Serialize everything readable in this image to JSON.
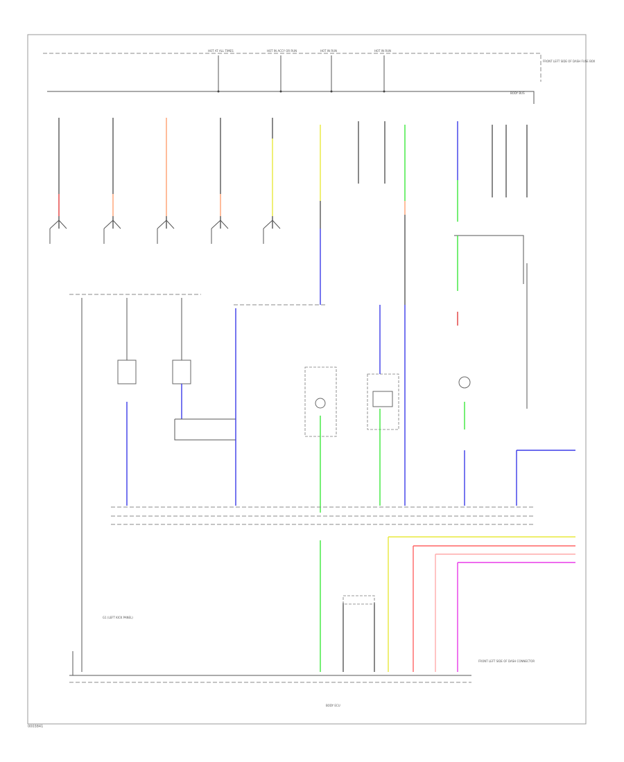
{
  "diagram": {
    "labels": {
      "top_fuse_1": "HOT AT ALL TIMES",
      "top_fuse_2": "HOT IN ACCY OR RUN",
      "top_fuse_3": "HOT IN RUN",
      "top_fuse_4": "HOT IN RUN",
      "top_right_panel": "FRONT LEFT SIDE OF DASH FUSE BOX",
      "bus_top": "BODY BUS",
      "left_ground": "G1 (LEFT KICK PANEL)",
      "right_panel": "FRONT LEFT SIDE OF DASH CONNECTOR",
      "bottom_panel": "BODY ECU",
      "footer_code": "0003841"
    },
    "wire_colors": {
      "black": "#555555",
      "red": "#e23b3b",
      "orange": "#ffa070",
      "yellow": "#e8e83a",
      "blue": "#3a3ae8",
      "green": "#3ae83a",
      "magenta": "#e83ae8",
      "pink": "#ff7aa8"
    }
  }
}
